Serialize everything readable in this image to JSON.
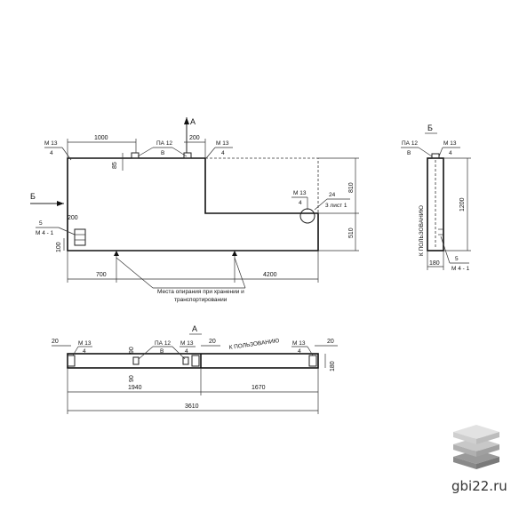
{
  "colors": {
    "line": "#222222",
    "background": "#ffffff",
    "logo_light": "#d8d8d8",
    "logo_dark": "#9a9a9a",
    "brand_text": "#333333"
  },
  "section_a": "А",
  "section_b": "Б",
  "front": {
    "dims": {
      "top_left": "1000",
      "top_right": "200",
      "right_upper": "810",
      "right_lower": "510",
      "bottom_left": "700",
      "bottom_right": "4200",
      "small_85": "85",
      "left_100": "100",
      "left_200": "200",
      "callout_24": "24"
    },
    "parts": {
      "m13": "М 13",
      "four": "4",
      "pa12": "ПА 12",
      "v": "В",
      "five": "5",
      "m41": "М 4 - 1",
      "sheet_ref": "3 лист 1"
    },
    "note_line1": "Места опирания при хранении и",
    "note_line2": "транспортировании"
  },
  "side": {
    "dims": {
      "height": "1200",
      "width": "180"
    },
    "parts": {
      "pa12": "ПА 12",
      "v": "В",
      "m13": "М 13",
      "four": "4",
      "five": "5",
      "m41": "М 4 - 1"
    },
    "vertical_text": "К ПОЛЬЗОВАНИЮ"
  },
  "plan": {
    "dims": {
      "left_20": "20",
      "mid_20": "20",
      "right_20": "20",
      "n90a": "90",
      "n90b": "90",
      "left_len": "1940",
      "right_len": "1670",
      "total": "3610",
      "thk": "180"
    },
    "parts": {
      "m13": "М 13",
      "four": "4",
      "pa12": "ПА 12",
      "v": "В"
    },
    "label": "К ПОЛЬЗОВАНИЮ"
  },
  "brand": "gbi22.ru"
}
